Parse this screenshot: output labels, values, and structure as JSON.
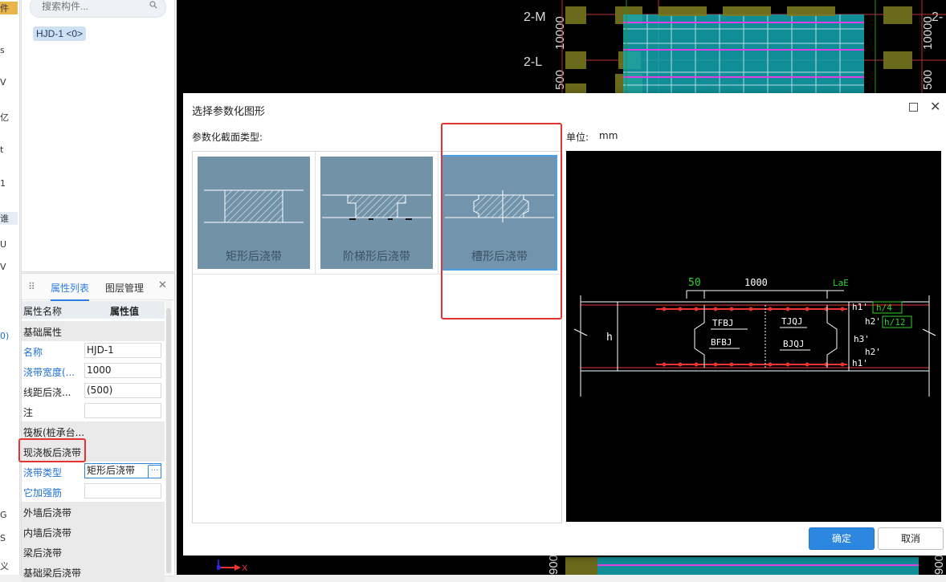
{
  "left_strip": {
    "glyphs": [
      "件",
      "s",
      "V",
      "t",
      "亿",
      "1",
      "谁",
      "U",
      "V",
      "0)",
      "G",
      "S",
      "义"
    ]
  },
  "component_panel": {
    "search_placeholder": "搜索构件...",
    "item": "HJD-1 <0>"
  },
  "props_panel": {
    "tabs": [
      "属性列表",
      "图层管理"
    ],
    "col_name": "属性名称",
    "col_value": "属性值",
    "rows": [
      {
        "name": "基础属性",
        "value": "",
        "group": true
      },
      {
        "name": "名称",
        "value": "HJD-1",
        "blue": true
      },
      {
        "name": "浇带宽度(...",
        "value": "1000",
        "blue": true
      },
      {
        "name": "线距后浇...",
        "value": "(500)"
      },
      {
        "name": "注",
        "value": ""
      },
      {
        "name": "筏板(桩承台...",
        "value": "",
        "group": true
      },
      {
        "name": "现浇板后浇带",
        "value": "",
        "group": true
      },
      {
        "name": "浇带类型",
        "value": "矩形后浇带",
        "blue": true
      },
      {
        "name": "它加强筋",
        "value": "",
        "blue": true
      },
      {
        "name": "外墙后浇带",
        "value": "",
        "group": true
      },
      {
        "name": "内墙后浇带",
        "value": "",
        "group": true
      },
      {
        "name": "梁后浇带",
        "value": "",
        "group": true
      },
      {
        "name": "基础梁后浇带",
        "value": "",
        "group": true
      }
    ],
    "ellipsis": "···"
  },
  "cad": {
    "labels": [
      "2-M",
      "2-L",
      "10000",
      "500",
      "2-",
      "10000",
      "500",
      "900",
      "900"
    ]
  },
  "dialog": {
    "title": "选择参数化图形",
    "section_label": "参数化截面类型:",
    "unit_label": "单位:",
    "unit_value": "mm",
    "shapes": [
      {
        "label": "矩形后浇带"
      },
      {
        "label": "阶梯形后浇带"
      },
      {
        "label": "槽形后浇带"
      }
    ],
    "selected_index": 2,
    "ok": "确定",
    "cancel": "取消"
  },
  "preview": {
    "dim_50": "50",
    "dim_1000": "1000",
    "dim_lae": "LaE",
    "h": "h",
    "h1_top": "h1'",
    "h1_top_val": "h/4",
    "h2": "h2'",
    "h2_val": "h/12",
    "h3": "h3'",
    "h2_b": "h2'",
    "h1_b": "h1'",
    "tfbj": "TFBJ",
    "tjqj": "TJQJ",
    "bfbj": "BFBJ",
    "bjqj": "BJQJ"
  },
  "axis": {
    "x_label": "X"
  },
  "colors": {
    "accent": "#2d86e0",
    "highlight_red": "#e3342f",
    "thumb_bg": "#7292a8",
    "cad_bg": "#000000"
  }
}
